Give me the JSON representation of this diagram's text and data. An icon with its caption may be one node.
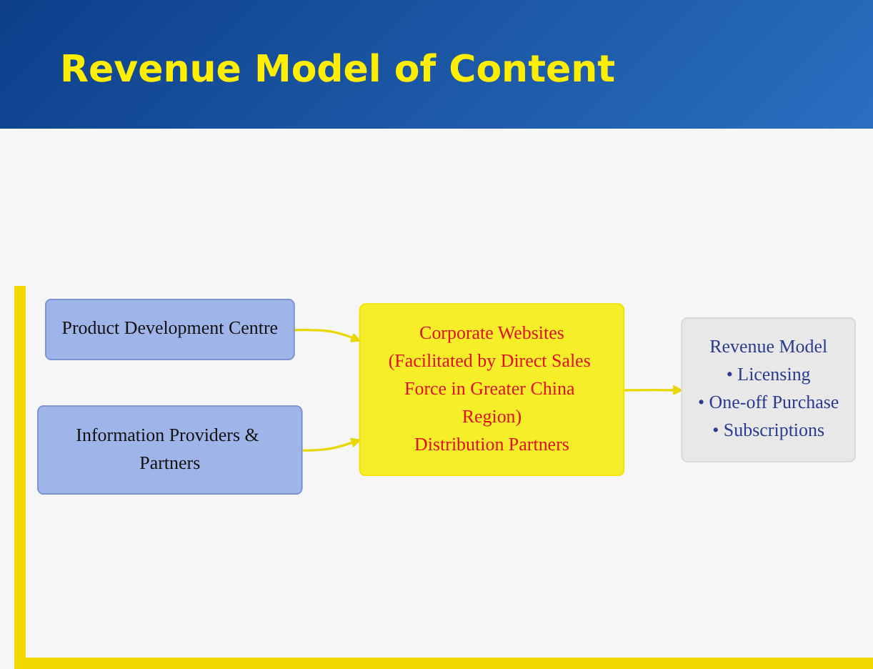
{
  "diagram": {
    "title": "Revenue Model of Content",
    "nodes": [
      {
        "text": [
          "Product Development Centre"
        ]
      },
      {
        "text": [
          "Information Providers & Partners"
        ]
      },
      {
        "text": [
          "Corporate Websites",
          "(Facilitated by Direct Sales Force in Greater China Region)",
          "Distribution Partners"
        ]
      },
      {
        "text": [
          "Revenue Model",
          "• Licensing",
          "• One-off Purchase",
          "• Subscriptions"
        ]
      }
    ],
    "edges": [
      {
        "from": 0,
        "to": 2,
        "arrow": "to"
      },
      {
        "from": 1,
        "to": 2,
        "arrow": "to"
      },
      {
        "from": 2,
        "to": 3,
        "arrow": "to"
      }
    ]
  }
}
